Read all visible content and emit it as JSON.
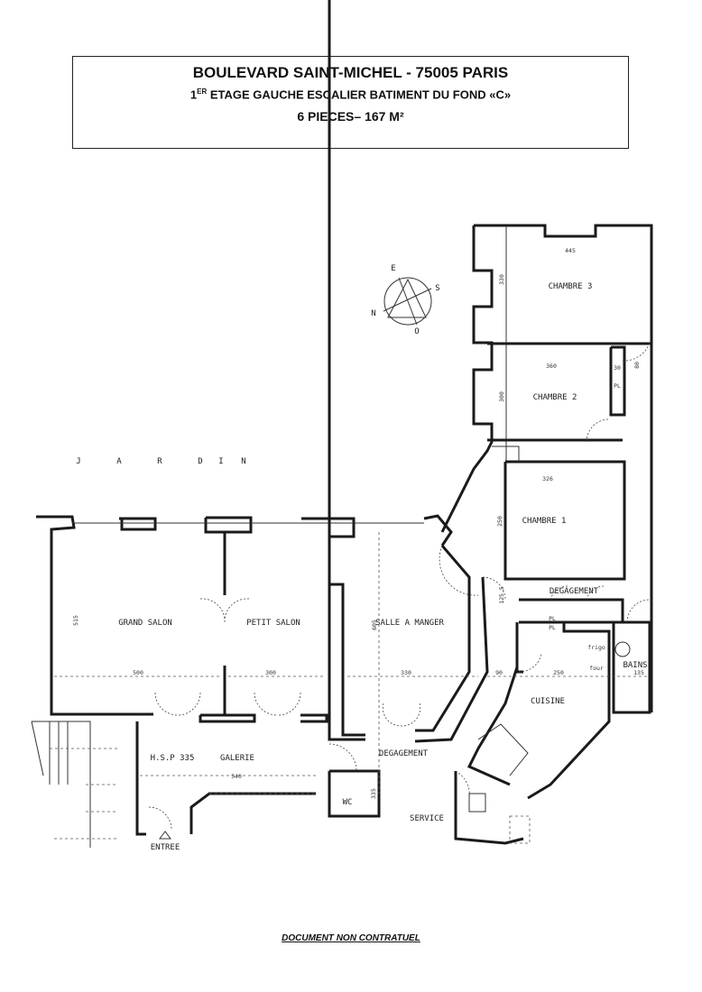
{
  "header": {
    "line1": "BOULEVARD SAINT-MICHEL - 75005 PARIS",
    "line2_ordinal": "1",
    "line2_sup": "ER",
    "line2_rest": " ETAGE GAUCHE ESCALIER BATIMENT DU FOND «C»",
    "line3": "6 PIECES– 167 M²"
  },
  "compass": {
    "north": "N",
    "east": "E",
    "south": "S",
    "west": "O"
  },
  "garden_label": [
    "J",
    "A",
    "R",
    "D",
    "I",
    "N"
  ],
  "rooms": {
    "grand_salon": "GRAND SALON",
    "petit_salon": "PETIT SALON",
    "salle_a_manger": "SALLE A MANGER",
    "chambre_3": "CHAMBRE 3",
    "chambre_2": "CHAMBRE 2",
    "chambre_1": "CHAMBRE 1",
    "degagement_1": "DEGAGEMENT",
    "degagement_2": "DEGAGEMENT",
    "cuisine": "CUISINE",
    "bains": "BAINS",
    "hsp": "H.S.P 335",
    "galerie": "GALERIE",
    "wc": "WC",
    "service": "SERVICE",
    "entree": "ENTREE",
    "placard_1": "PL",
    "placard_2": "PL",
    "placard_3": "PL",
    "frigo": "frigo",
    "four": "four"
  },
  "dimensions": {
    "grand_salon_w": "500",
    "grand_salon_h": "515",
    "petit_salon_w": "300",
    "salle_w": "330",
    "salle_h": "605",
    "chambre3_w": "445",
    "chambre3_h": "330",
    "chambre2_w": "360",
    "chambre2_h": "300",
    "placard_w": "30",
    "placard_h": "80",
    "chambre1_w": "326",
    "chambre1_h": "250",
    "deg_h": "125.5",
    "deg_w": "90",
    "cuisine_w": "250",
    "bains_w": "135",
    "galerie_w": "540",
    "wc_h": "335"
  },
  "footer": "DOCUMENT NON CONTRATUEL"
}
